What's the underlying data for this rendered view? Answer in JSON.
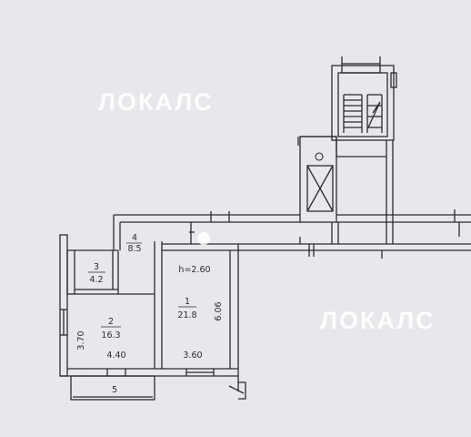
{
  "watermark": {
    "text": "ЛОКАЛС"
  },
  "rooms": [
    {
      "number": "1",
      "area": "21.8"
    },
    {
      "number": "2",
      "area": "16.3"
    },
    {
      "number": "3",
      "area": "4.2"
    },
    {
      "number": "4",
      "area": "8.5"
    }
  ],
  "ceiling_height": "h=2.60",
  "dimensions": {
    "room2_height": "3.70",
    "room2_width": "4.40",
    "room1_width": "3.60",
    "room1_height": "6.06",
    "balcony_width": "5"
  },
  "colors": {
    "background": "#e8e8ec",
    "ink": "#2a2a30",
    "watermark": "#ffffff"
  }
}
